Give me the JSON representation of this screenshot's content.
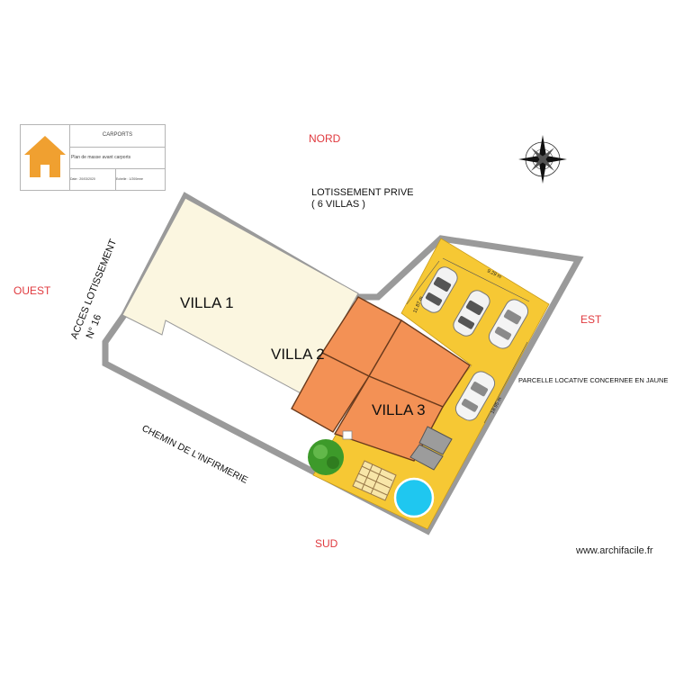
{
  "cartouche": {
    "title": "CARPORTS",
    "subtitle": "Plan de masse avant carports",
    "date": "Date : 20/03/2020",
    "scale": "Echelle : 1/200eme",
    "logo_icon": "house-icon",
    "logo_color": "#f0a030"
  },
  "cardinals": {
    "north": "NORD",
    "south": "SUD",
    "east": "EST",
    "west": "OUEST"
  },
  "labels": {
    "lotissement_line1": "LOTISSEMENT PRIVE",
    "lotissement_line2": "( 6 VILLAS )",
    "acces_line1": "ACCES LOTISSEMENT",
    "acces_line2": "N° 16",
    "chemin": "CHEMIN DE L'INFIRMERIE",
    "parcelle": "PARCELLE LOCATIVE CONCERNEE EN JAUNE",
    "watermark": "www.archifacile.fr"
  },
  "villas": {
    "villa1": "VILLA 1",
    "villa2": "VILLA 2",
    "villa3": "VILLA 3"
  },
  "dimensions": {
    "top": "9.29 m",
    "left": "11.87 m",
    "right": "18.95 m"
  },
  "icons": {
    "compass": "compass-rose-icon",
    "car": "car-icon",
    "tree": "tree-icon",
    "pool": "pool-icon",
    "pergola": "pergola-icon"
  },
  "colors": {
    "parcelle": "#f6c834",
    "villa_roof": "#f39155",
    "villa1_fill": "#fbf6e0",
    "pool": "#1fc7f0",
    "tree": "#3d9a2a",
    "cardinal_text": "#e0393e"
  }
}
